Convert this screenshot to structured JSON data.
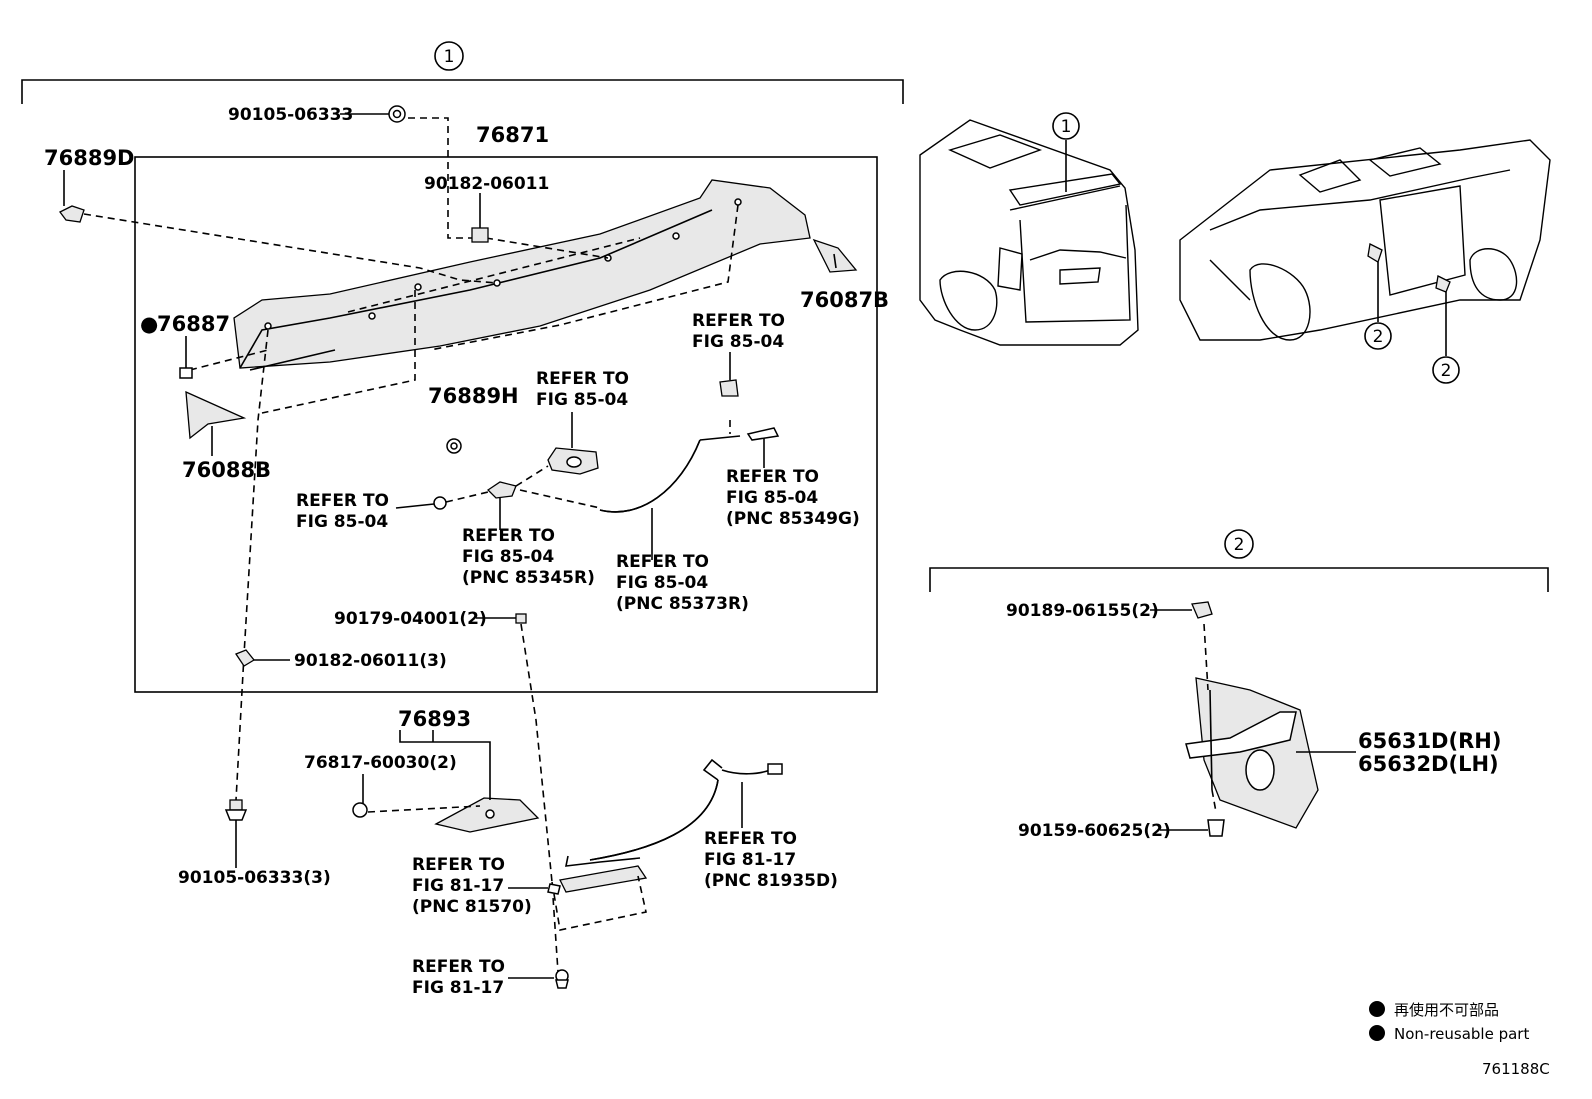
{
  "callouts": {
    "group_1": "1",
    "group_2": "2"
  },
  "part_labels": {
    "p90105_06333": "90105-06333",
    "p76871": "76871",
    "p76889D": "76889D",
    "p90182_06011": "90182-06011",
    "p76087B": "76087B",
    "p76887": "76887",
    "p76889H": "76889H",
    "p76088B": "76088B",
    "p90179_04001": "90179-04001(2)",
    "p90182_06011_3": "90182-06011(3)",
    "p76893": "76893",
    "p76817_60030": "76817-60030(2)",
    "p90105_06333_3": "90105-06333(3)",
    "p90189_06155": "90189-06155(2)",
    "p65631D": "65631D(RH)",
    "p65632D": "65632D(LH)",
    "p90159_60625": "90159-60625(2)"
  },
  "non_reusable_marker": "●",
  "refer_blocks": {
    "r1": [
      "REFER TO",
      "FIG 85-04"
    ],
    "r2": [
      "REFER TO",
      "FIG 85-04"
    ],
    "r3": [
      "REFER TO",
      "FIG 85-04",
      "(PNC 85349G)"
    ],
    "r4": [
      "REFER TO",
      "FIG 85-04"
    ],
    "r5": [
      "REFER TO",
      "FIG 85-04",
      "(PNC 85345R)"
    ],
    "r6": [
      "REFER TO",
      "FIG 85-04",
      "(PNC 85373R)"
    ],
    "r7": [
      "REFER TO",
      "FIG 81-17",
      "(PNC 81935D)"
    ],
    "r8": [
      "REFER TO",
      "FIG 81-17",
      "(PNC 81570)"
    ],
    "r9": [
      "REFER TO",
      "FIG 81-17"
    ]
  },
  "legend": {
    "marker": "●",
    "jp": "再使用不可部品",
    "en": "Non-reusable part"
  },
  "figure_code": "761188C"
}
